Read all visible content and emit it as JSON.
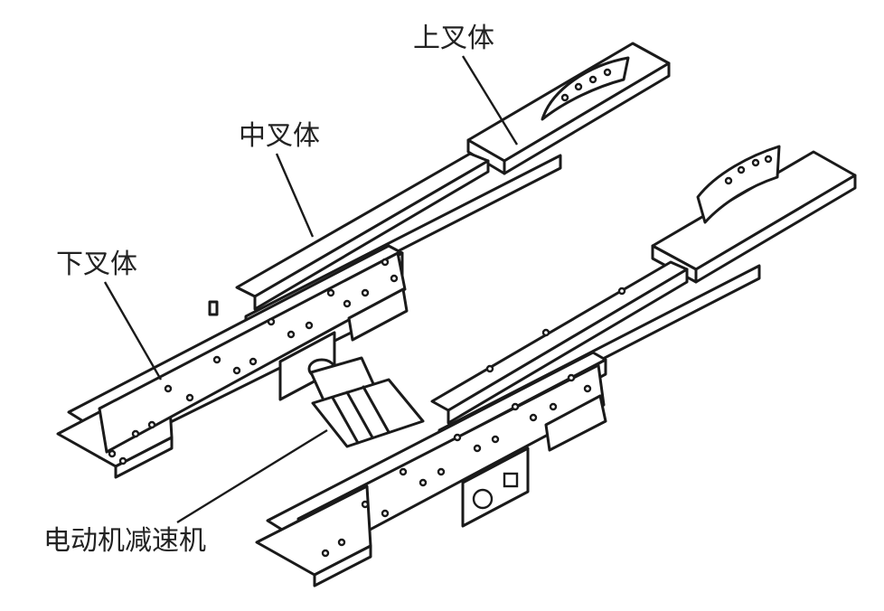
{
  "labels": {
    "upper_fork": "上叉体",
    "middle_fork": "中叉体",
    "lower_fork": "下叉体",
    "motor_reducer": "电动机减速机"
  },
  "colors": {
    "line": "#1a1a1a",
    "background": "#ffffff",
    "text": "#222222"
  }
}
